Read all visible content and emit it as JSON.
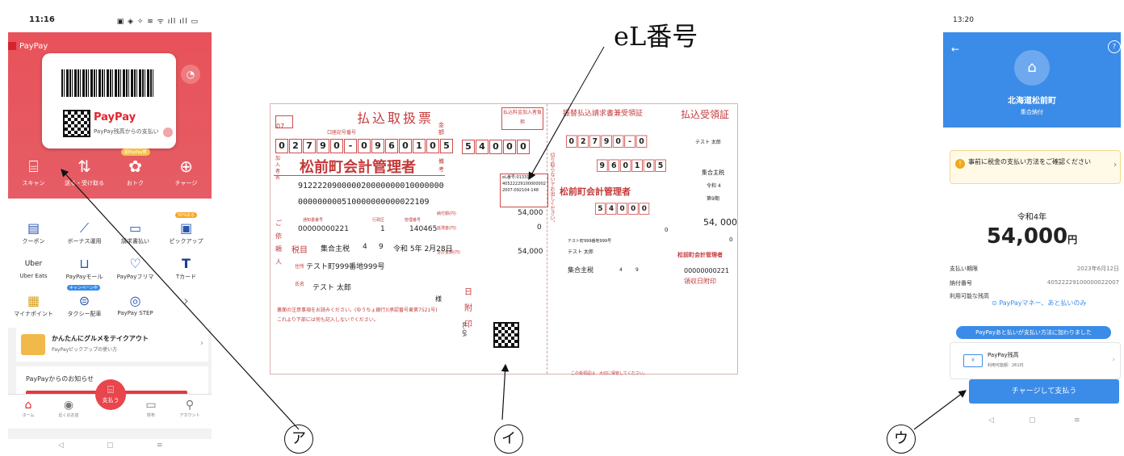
{
  "annotations": {
    "el_number_label": "eL番号",
    "mark_a": "ア",
    "mark_i": "イ",
    "mark_u": "ウ"
  },
  "phone_left": {
    "status_time": "11:16",
    "status_icons": "▣ ◈ ✧ ≋ ᯤ ıll ıll ▭",
    "app_name": "PayPay",
    "card_logo": "PayPay",
    "card_sub": "PayPay残高からの支払い",
    "actions": [
      {
        "label": "スキャン",
        "icon": "⌸"
      },
      {
        "label": "送る・受け取る",
        "icon": "⇅"
      },
      {
        "label": "おトク",
        "icon": "✿",
        "badge": "超PayPay祭"
      },
      {
        "label": "チャージ",
        "icon": "⊕"
      }
    ],
    "grid": [
      {
        "label": "クーポン",
        "icon": "▤"
      },
      {
        "label": "ボーナス運用",
        "icon": "⟋"
      },
      {
        "label": "請求書払い",
        "icon": "▭"
      },
      {
        "label": "ピックアップ",
        "icon": "▣",
        "badge": "50%戻る"
      },
      {
        "label": "Uber Eats",
        "icon": "Uber"
      },
      {
        "label": "PayPayモール",
        "icon": "⊔"
      },
      {
        "label": "PayPayフリマ",
        "icon": "♡"
      },
      {
        "label": "Tカード",
        "icon": "T"
      },
      {
        "label": "マイナポイント",
        "icon": "▦"
      },
      {
        "label": "タクシー配車",
        "icon": "⊜",
        "badge": "キャンペーン中"
      },
      {
        "label": "PayPay STEP",
        "icon": "◎"
      },
      {
        "label": "",
        "icon": "›"
      }
    ],
    "banner_title": "かんたんにグルメをテイクアウト",
    "banner_sub": "PayPayピックアップの使い方",
    "notice_title": "PayPayからのお知らせ",
    "nav": [
      {
        "label": "ホーム",
        "icon": "⌂"
      },
      {
        "label": "近くのお店",
        "icon": "◉"
      },
      {
        "label": "財布",
        "icon": "▭"
      },
      {
        "label": "アカウント",
        "icon": "⚲"
      }
    ],
    "pay_label": "支払う",
    "sys_nav": [
      "◁",
      "▢",
      "≡"
    ]
  },
  "slip": {
    "title": "払込取扱票",
    "fee_label": "払込料金加入者負担",
    "code_label": "07",
    "account_label": "口座記号番号",
    "account_digits": [
      "0",
      "2",
      "7",
      "9",
      "0",
      "-",
      "0",
      "9",
      "6",
      "0",
      "1",
      "0",
      "5"
    ],
    "amount_label": "金額",
    "amount_digits": [
      "5",
      "4",
      "0",
      "0",
      "0"
    ],
    "payee_label": "加入者名",
    "payee_name": "松前町会計管理者",
    "remarks_label": "備考",
    "long_code_1": "912222090000020000000010000000",
    "long_code_2": "000000000510000000000022109",
    "el_info_1": "eL番号:01331-",
    "el_info_2": "40522229100000002",
    "el_info_3": "2007-092104-148",
    "tax_amount_label": "納付額(円)",
    "tax_amount": "54,000",
    "late_fee_label": "延滞金(円)",
    "late_fee": "0",
    "total_label": "合計金額(円)",
    "total": "54,000",
    "payer_number_label": "通知書番号",
    "payer_number": "00000000221",
    "unit_label": "行政区",
    "unit_value": "1",
    "mgmt_label": "管理番号",
    "mgmt_value": "140465",
    "tax_item_label": "税目",
    "tax_item": "集合主税",
    "year": "4",
    "period": "9",
    "due_date": "令和 5年 2月28日",
    "addr_label": "住所",
    "addr": "テスト町999番地999号",
    "name_label": "氏名",
    "name": "テスト 太郎",
    "sama": "様",
    "depositor_side": "ご依頼人",
    "date_stamp": "日附印",
    "note_1": "裏面の注意事項をお読みください。(ゆうちょ銀行)(承認番号東第7521号)",
    "note_2": "これより下部には何も記入しないでください。",
    "qr_label": "eL-QR",
    "cut_note": "切り取らないでお出しください。",
    "receipt_title": "振替払込請求書兼受領証",
    "receipt_title_2": "払込受領証",
    "r_payee": "松前町会計管理者",
    "r_name": "テスト 太郎",
    "r_tax": "集合主税",
    "r_year": "令和 4",
    "r_period": "第9期",
    "r_amount": "54, 000",
    "r_late": "0",
    "r_code": "00000000221",
    "r_stamp": "領収日附印",
    "r_addr": "テスト町999番地999号",
    "r_note": "この受領証は、大切に保管してください。"
  },
  "phone_right": {
    "status_time": "13:20",
    "town": "北海道松前町",
    "sub": "集合納付",
    "warn": "事前に税金の支払い方法をご確認ください",
    "year": "令和4年",
    "amount": "54,000",
    "yen": "円",
    "rows": [
      {
        "k": "支払い期限",
        "v": "2023年6月12日"
      },
      {
        "k": "納付番号",
        "v": "40522229100000022007"
      },
      {
        "k": "利用可能な残高",
        "v": ""
      }
    ],
    "method": "PayPayマネー、あと払いのみ",
    "pill": "PayPayあと払いが支払い方法に加わりました",
    "balance_title": "PayPay残高",
    "balance_sub": "利用可能額：261円",
    "charge_btn": "チャージして支払う",
    "sys_nav": [
      "◁",
      "▢",
      "≡"
    ]
  }
}
